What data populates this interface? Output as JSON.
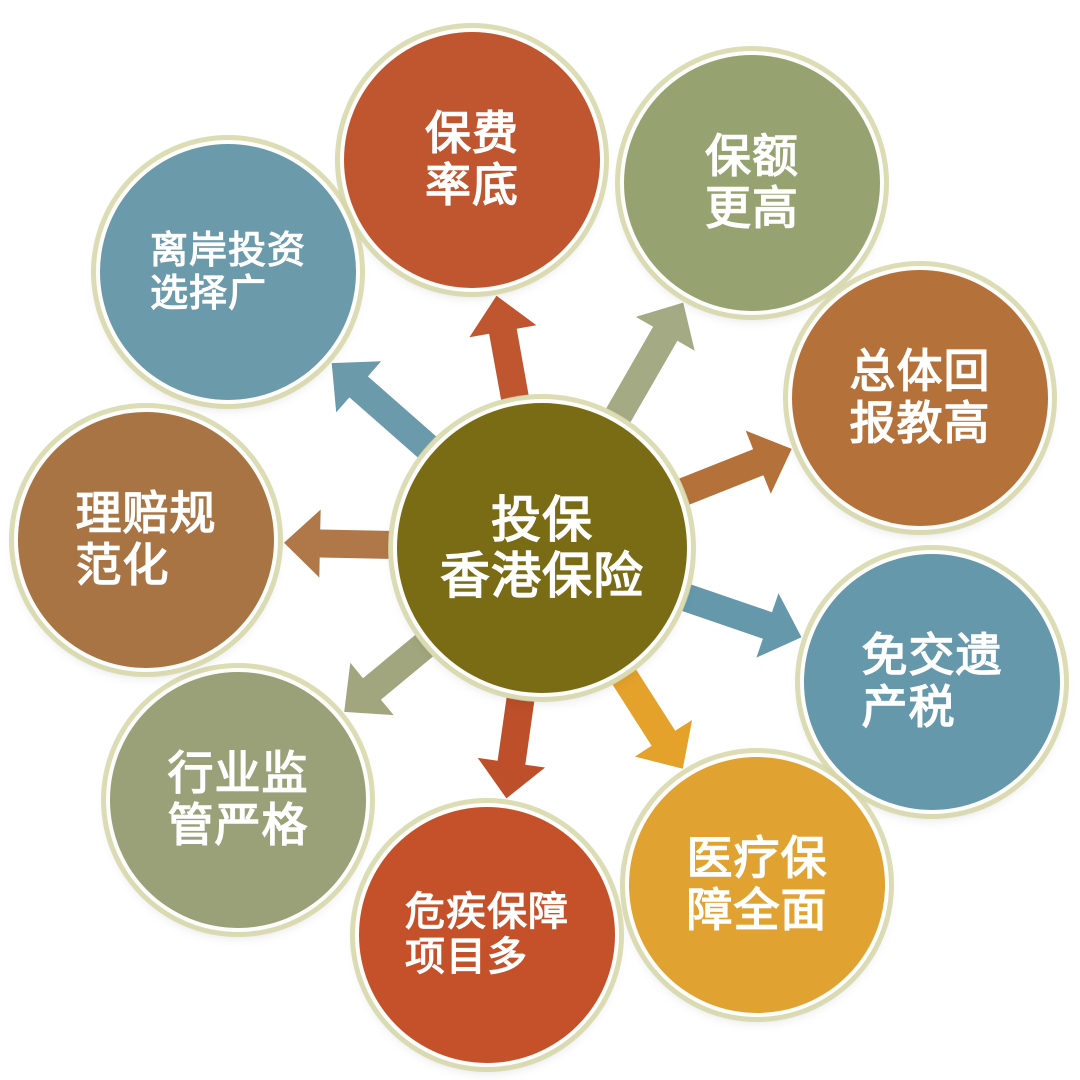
{
  "center": {
    "lines": [
      "投保",
      "香港保险"
    ],
    "color": "#7a6c14"
  },
  "nodes": [
    {
      "id": "low-premium",
      "lines": [
        "保费",
        "率底"
      ],
      "color": "#c0562f",
      "arrow_color": "#c0562f"
    },
    {
      "id": "higher-coverage",
      "lines": [
        "保额",
        "更高"
      ],
      "color": "#97a271",
      "arrow_color": "#a3aa84"
    },
    {
      "id": "high-return",
      "lines": [
        "总体回",
        "报教高"
      ],
      "color": "#b5713a",
      "arrow_color": "#b5713a"
    },
    {
      "id": "no-estate-tax",
      "lines": [
        "免交遗",
        "产税"
      ],
      "color": "#6498aa",
      "arrow_color": "#6498aa"
    },
    {
      "id": "medical-coverage",
      "lines": [
        "医疗保",
        "障全面"
      ],
      "color": "#e0a231",
      "arrow_color": "#e4a22a"
    },
    {
      "id": "critical-illness",
      "lines": [
        "危疾保障",
        "项目多"
      ],
      "color": "#c5512a",
      "arrow_color": "#bd4f2b"
    },
    {
      "id": "strict-regulation",
      "lines": [
        "行业监",
        "管严格"
      ],
      "color": "#9aa077",
      "arrow_color": "#a2a67e"
    },
    {
      "id": "standard-claims",
      "lines": [
        "理赔规",
        "范化"
      ],
      "color": "#a87444",
      "arrow_color": "#b07848"
    },
    {
      "id": "offshore-investment",
      "lines": [
        "离岸投资",
        "选择广"
      ],
      "color": "#6b9aab",
      "arrow_color": "#6b9aab"
    }
  ]
}
